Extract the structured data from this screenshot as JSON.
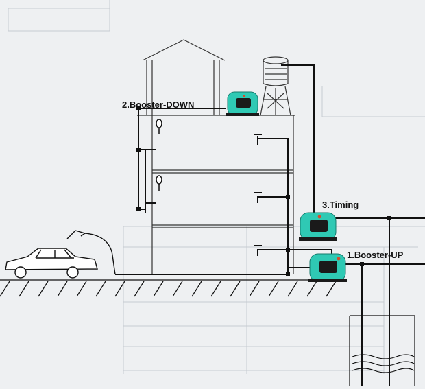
{
  "labels": {
    "booster_down": "2.Booster-DOWN",
    "timing": "3.Timing",
    "booster_up": "1.Booster-UP"
  },
  "colors": {
    "background": "#eef0f2",
    "line": "#111111",
    "faint_line": "#aab0b8",
    "pump_body": "#2fc9b4",
    "pump_dark": "#1a1a1a"
  }
}
